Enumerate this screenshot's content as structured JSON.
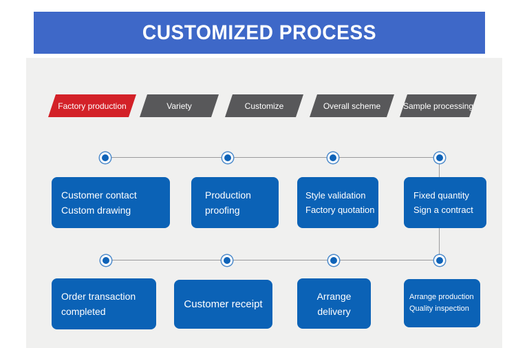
{
  "header": {
    "title": "CUSTOMIZED PROCESS"
  },
  "tabs": [
    {
      "label": "Factory production",
      "active": true
    },
    {
      "label": "Variety",
      "active": false
    },
    {
      "label": "Customize",
      "active": false
    },
    {
      "label": "Overall scheme",
      "active": false
    },
    {
      "label": "Sample processing",
      "active": false
    }
  ],
  "flow": {
    "top_row": [
      {
        "lines": [
          "Customer contact",
          "Custom drawing"
        ]
      },
      {
        "lines": [
          "Production",
          "proofing"
        ]
      },
      {
        "lines": [
          "Style validation",
          "Factory quotation"
        ]
      },
      {
        "lines": [
          "Fixed quantity",
          "Sign a contract"
        ]
      }
    ],
    "bottom_row": [
      {
        "lines": [
          "Order transaction",
          "completed"
        ]
      },
      {
        "lines": [
          "Customer receipt"
        ]
      },
      {
        "lines": [
          "Arrange",
          "delivery"
        ]
      },
      {
        "lines": [
          "Arrange production",
          "Quality inspection"
        ]
      }
    ]
  },
  "colors": {
    "banner_blue": "#3E68C8",
    "box_blue": "#0B62B6",
    "active_tab_red": "#D32128",
    "tab_gray": "#58585A",
    "panel_gray": "#F0F0EF",
    "connector_gray": "#9B9B9D",
    "node_blue": "#0F63B8"
  }
}
